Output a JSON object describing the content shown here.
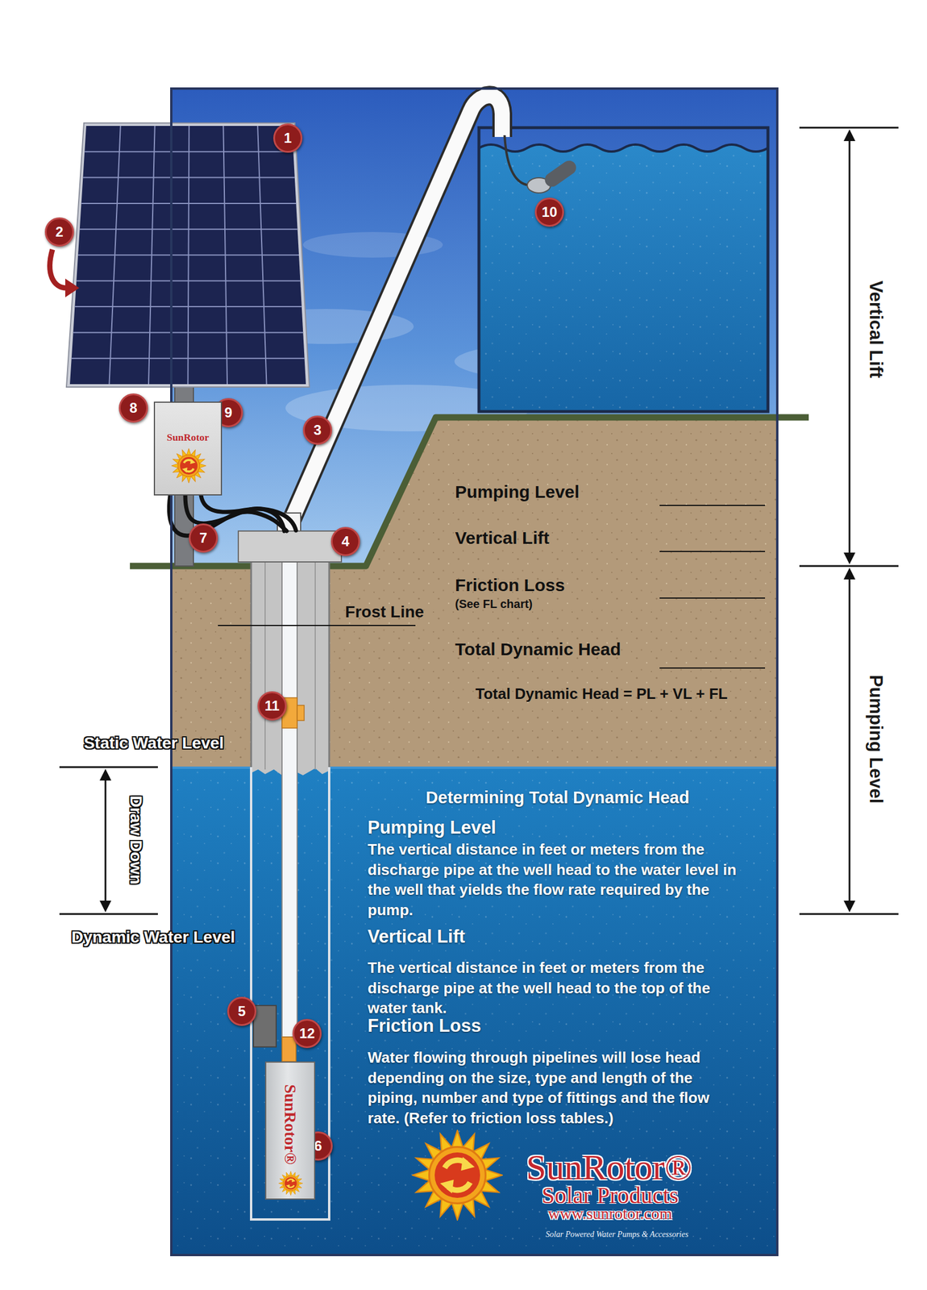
{
  "diagram": {
    "nodes": [
      {
        "text": [
          "SunRotor"
        ]
      },
      {
        "text": [
          "SunRotor®"
        ]
      }
    ],
    "labels": [
      "1",
      "2",
      "3",
      "4",
      "5",
      "6",
      "7",
      "8",
      "9",
      "10",
      "11",
      "12",
      "Pumping Level",
      "Vertical Lift",
      "Friction Loss",
      "(See FL chart)",
      "Total Dynamic Head",
      "Total Dynamic Head = PL + VL + FL",
      "Frost Line",
      "Static Water Level",
      "Draw Down",
      "Dynamic Water Level",
      "Vertical Lift",
      "Pumping Level",
      "Determining Total Dynamic Head",
      "Pumping Level",
      "The vertical distance in feet or meters from the discharge pipe at the well head to the water level in the well that yields the flow rate required by the pump.",
      "Vertical Lift",
      "The vertical distance in feet or meters from the discharge pipe at the well head to the top of the water tank.",
      "Friction Loss",
      "Water flowing through pipelines will lose head depending on the size, type and length of the piping, number and type of fittings and the flow rate. (Refer to friction loss tables.)",
      "SunRotor®",
      "Solar Products",
      "www.sunrotor.com",
      "Solar Powered Water Pumps & Accessories"
    ]
  }
}
